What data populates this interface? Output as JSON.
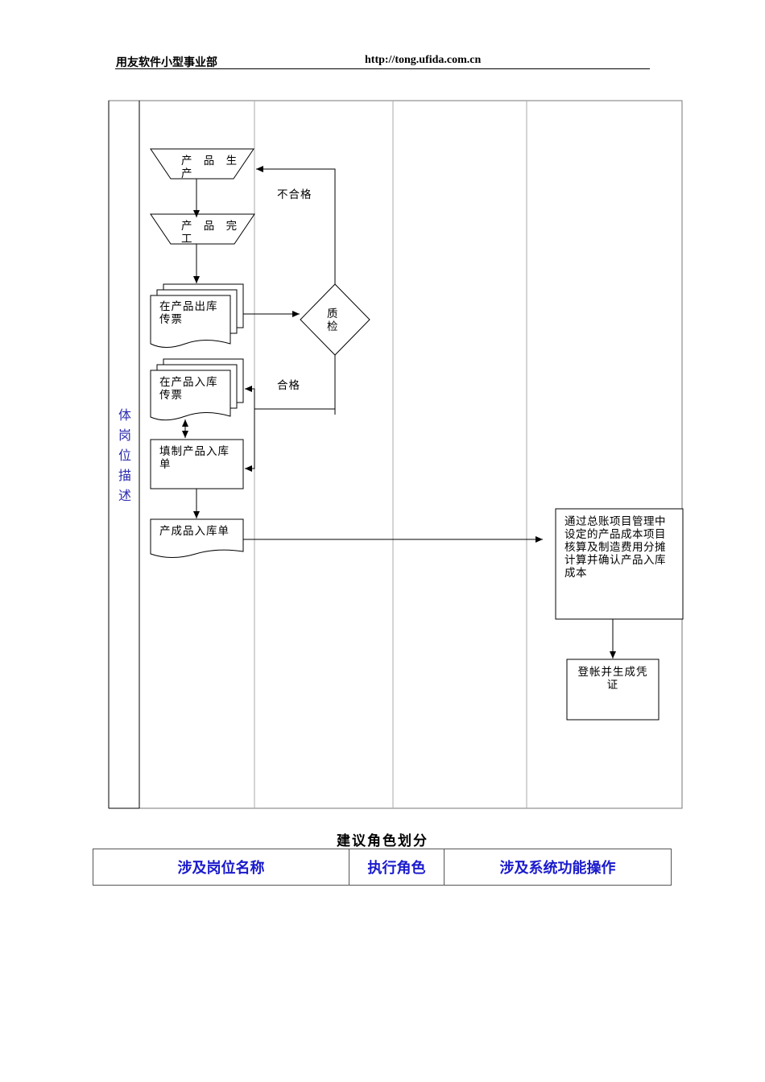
{
  "header": {
    "org": "用友软件小型事业部",
    "url": "http://tong.ufida.com.cn"
  },
  "flowchart": {
    "role_column": [
      "体",
      "岗",
      "位",
      "描",
      "述"
    ],
    "nodes": {
      "produce": [
        "产 品 生",
        "产"
      ],
      "complete": [
        "产 品 完",
        "工"
      ],
      "out_ticket": [
        "在产品出库",
        "传票"
      ],
      "qc": [
        "质",
        "检"
      ],
      "in_ticket": [
        "在产品入库",
        "传票"
      ],
      "fill_form": [
        "填制产品入库",
        "单"
      ],
      "receipt": "产成品入库单",
      "cost_calc": [
        "通过总账项目管理中",
        "设定的产品成本项目",
        "核算及制造费用分摊",
        "计算并确认产品入库",
        "成本"
      ],
      "post_voucher": [
        "登帐并生成凭",
        "证"
      ]
    },
    "labels": {
      "fail": "不合格",
      "pass": "合格"
    }
  },
  "roles_section": {
    "title": "建议角色划分",
    "columns": [
      "涉及岗位名称",
      "执行角色",
      "涉及系统功能操作"
    ]
  }
}
